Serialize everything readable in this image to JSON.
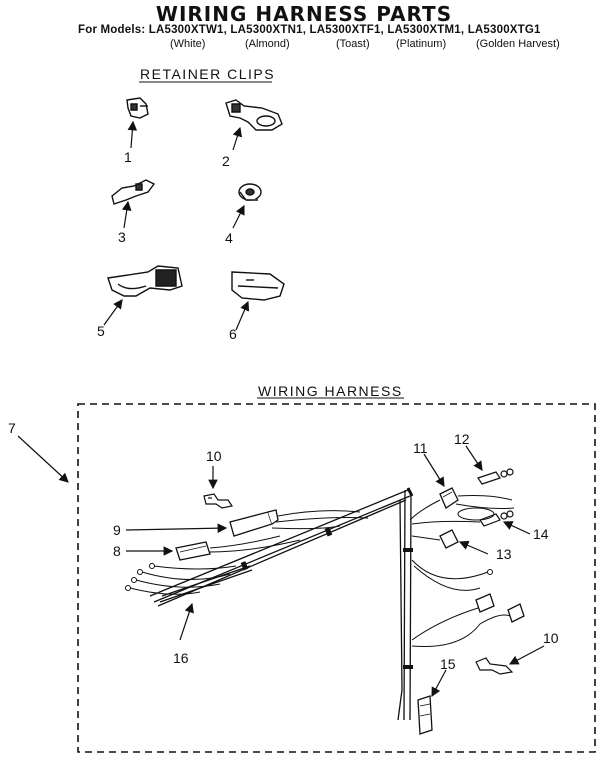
{
  "title": "WIRING HARNESS PARTS",
  "models_line": "For Models: LA5300XTW1, LA5300XTN1, LA5300XTF1, LA5300XTM1, LA5300XTG1",
  "color_labels": [
    "(White)",
    "(Almond)",
    "(Toast)",
    "(Platinum)",
    "(Golden Harvest)"
  ],
  "sections": {
    "retainer_clips": "RETAINER CLIPS",
    "wiring_harness": "WIRING HARNESS"
  },
  "clip_callouts": [
    "1",
    "2",
    "3",
    "4",
    "5",
    "6"
  ],
  "harness_callouts": {
    "c7": "7",
    "c8": "8",
    "c9": "9",
    "c10a": "10",
    "c10b": "10",
    "c11": "11",
    "c12": "12",
    "c13": "13",
    "c14": "14",
    "c15": "15",
    "c16": "16"
  }
}
